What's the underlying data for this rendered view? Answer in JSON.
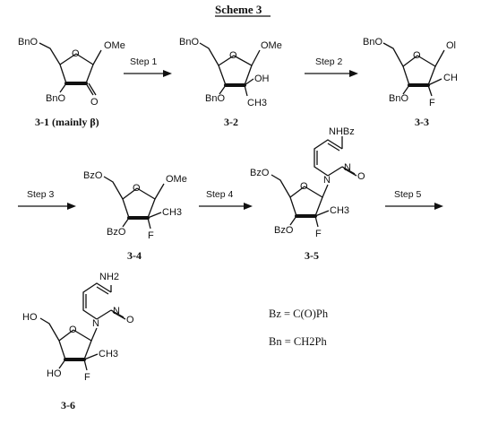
{
  "scheme": {
    "title": "Scheme 3",
    "compounds": {
      "c31": {
        "label": "3-1 (mainly β)",
        "bno": "BnO",
        "bno_ring": "BnO",
        "ome": "OMe",
        "o_ring": "O",
        "keto_o": "O"
      },
      "c32": {
        "label": "3-2",
        "bno": "BnO",
        "bno_ring": "BnO",
        "ome": "OMe",
        "o_ring": "O",
        "oh": "OH",
        "ch3": "CH3"
      },
      "c33": {
        "label": "3-3",
        "bno": "BnO",
        "bno_ring": "BnO",
        "cut_ome": "Ol",
        "o_ring": "O",
        "f": "F",
        "ch3": "CH"
      },
      "c34": {
        "label": "3-4",
        "bzo": "BzO",
        "bzo_ring": "BzO",
        "ome": "OMe",
        "o_ring": "O",
        "f": "F",
        "ch3": "CH3"
      },
      "c35": {
        "label": "3-5",
        "bzo": "BzO",
        "bzo_ring": "BzO",
        "o_ring": "O",
        "f": "F",
        "ch3": "CH3",
        "nhbz": "NHBz",
        "n_top": "N",
        "n_bot": "N",
        "o_exo": "O"
      },
      "c36": {
        "label": "3-6",
        "ho": "HO",
        "ho_ring": "HO",
        "o_ring": "O",
        "f": "F",
        "ch3": "CH3",
        "nh2": "NH2",
        "n_top": "N",
        "n_bot": "N",
        "o_exo": "O"
      }
    },
    "steps": [
      "Step 1",
      "Step 2",
      "Step 3",
      "Step 4",
      "Step 5"
    ],
    "definitions": {
      "bz": "Bz = C(O)Ph",
      "bn": "Bn = CH2Ph"
    }
  }
}
